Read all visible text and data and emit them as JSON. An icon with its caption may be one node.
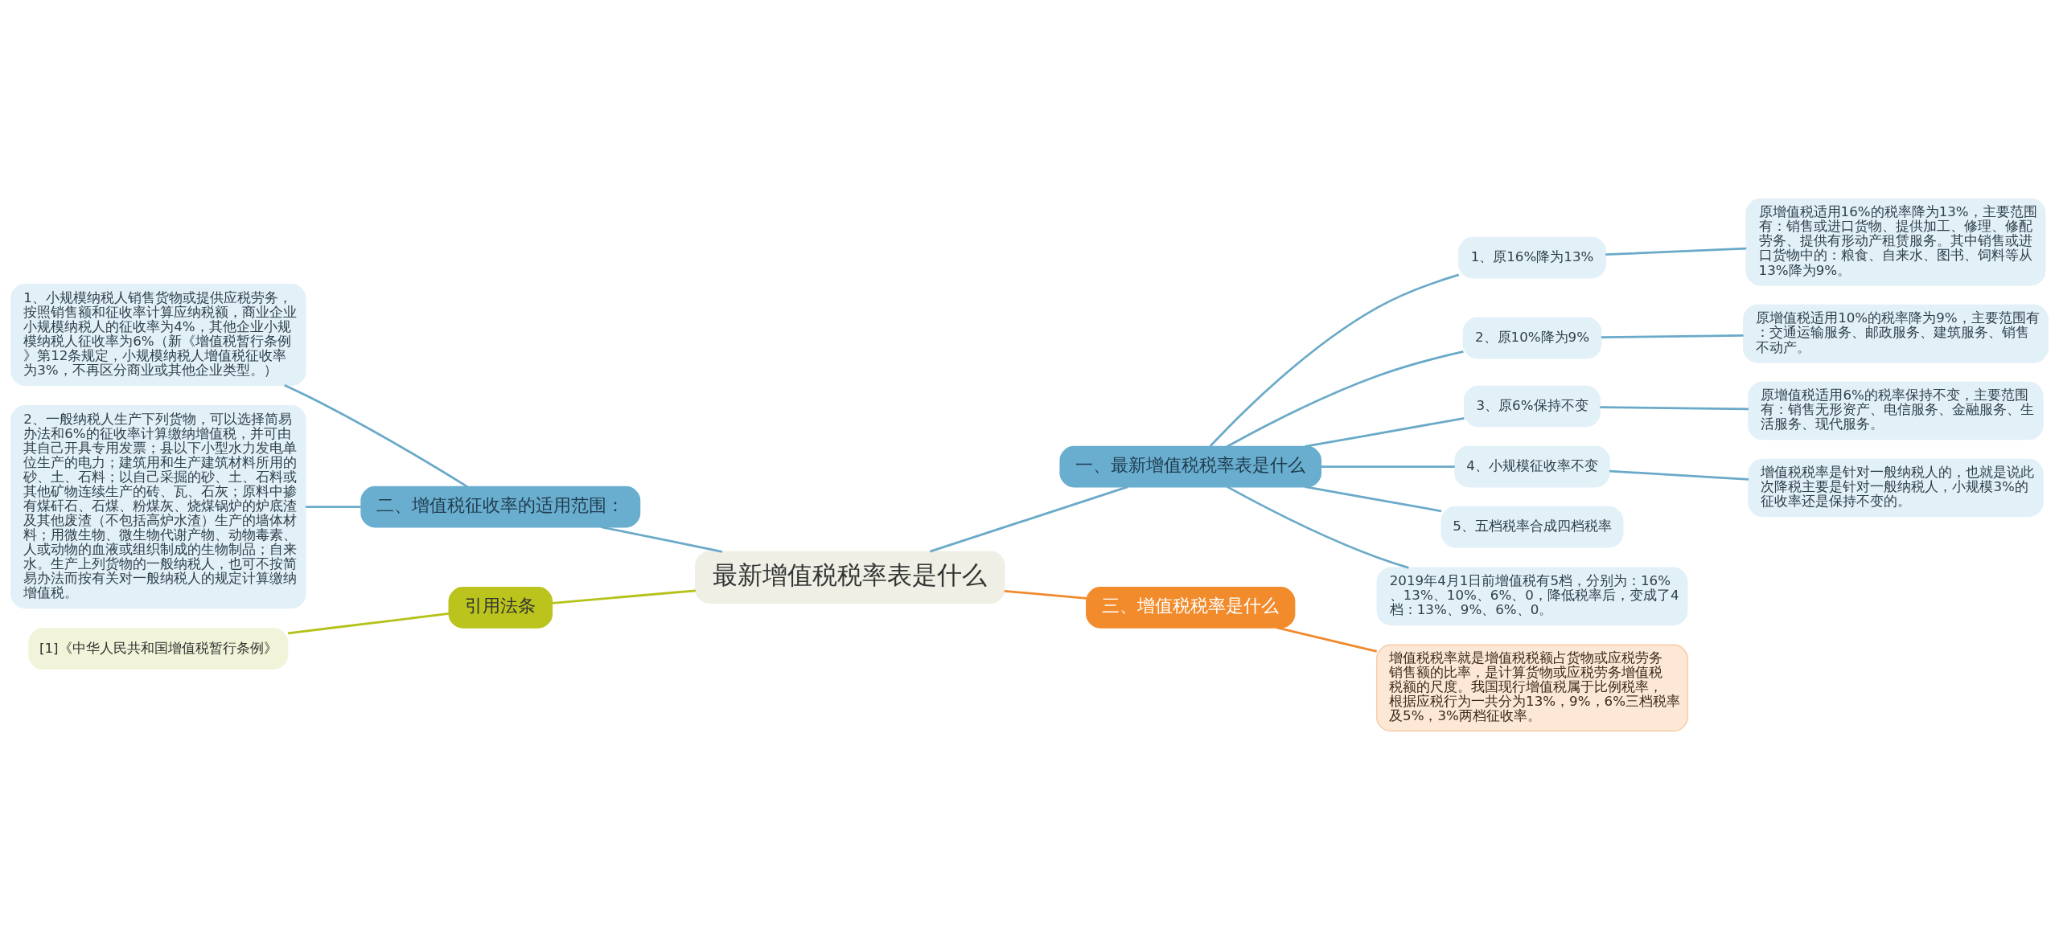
{
  "diagram": {
    "nodes": [
      {
        "text": [
          "最新增值税税率表是什么"
        ]
      },
      {
        "text": [
          "一、最新增值税税率表是什么"
        ]
      },
      {
        "text": [
          "1、原16%降为13%"
        ]
      },
      {
        "text": [
          "原增值税适用16%的税率降为13%，主要范围有：销售或进口货物、提供加工、修理、修配劳务、提供有形动产租赁服务。其中销售或进口货物中的：粮食、自来水、图书、饲料等从13%降为9%。"
        ]
      },
      {
        "text": [
          "2、原10%降为9%"
        ]
      },
      {
        "text": [
          "原增值税适用10%的税率降为9%，主要范围有：交通运输服务、邮政服务、建筑服务、销售不动产。"
        ]
      },
      {
        "text": [
          "3、原6%保持不变"
        ]
      },
      {
        "text": [
          "原增值税适用6%的税率保持不变，主要范围有：销售无形资产、电信服务、金融服务、生活服务、现代服务。"
        ]
      },
      {
        "text": [
          "4、小规模征收率不变"
        ]
      },
      {
        "text": [
          "增值税税率是针对一般纳税人的，也就是说此次降税主要是针对一般纳税人，小规模3%的征收率还是保持不变的。"
        ]
      },
      {
        "text": [
          "5、五档税率合成四档税率"
        ]
      },
      {
        "text": [
          "2019年4月1日前增值税有5档，分别为：16%、13%、10%、6%、0，降低税率后，变成了4档：13%、9%、6%、0。"
        ]
      },
      {
        "text": [
          "三、增值税税率是什么"
        ]
      },
      {
        "text": [
          "增值税税率就是增值税税额占货物或应税劳务销售额的比率，是计算货物或应税劳务增值税税额的尺度。我国现行增值税属于比例税率，根据应税行为一共分为13%，9%，6%三档税率及5%，3%两档征收率。"
        ]
      },
      {
        "text": [
          "二、增值税征收率的适用范围："
        ]
      },
      {
        "text": [
          "1、小规模纳税人销售货物或提供应税劳务，按照销售额和征收率计算应纳税额，商业企业小规模纳税人的征收率为4%，其他企业小规模纳税人征收率为6%（新《增值税暂行条例》第12条规定，小规模纳税人增值税征收率为3%，不再区分商业或其他企业类型。）"
        ]
      },
      {
        "text": [
          "2、一般纳税人生产下列货物，可以选择简易办法和6%的征收率计算缴纳增值税，并可由其自己开具专用发票；县以下小型水力发电单位生产的电力；建筑用和生产建筑材料所用的砂、土、石料；以自己采掘的砂、土、石料或其他矿物连续生产的砖、瓦、石灰；原料中掺有煤矸石、石煤、粉煤灰、烧煤锅炉的炉底渣及其他废渣（不包括高炉水渣）生产的墙体材料；用微生物、微生物代谢产物、动物毒素、人或动物的血液或组织制成的生物制品；自来水。生产上列货物的一般纳税人，也可不按简易办法而按有关对一般纳税人的规定计算缴纳增值税。"
        ]
      },
      {
        "text": [
          "引用法条"
        ]
      },
      {
        "text": [
          "[1]《中华人民共和国增值税暂行条例》"
        ]
      }
    ],
    "edges": [
      {
        "from": 0,
        "to": 1,
        "arrow": "none"
      },
      {
        "from": 1,
        "to": 2,
        "arrow": "none"
      },
      {
        "from": 2,
        "to": 3,
        "arrow": "none"
      },
      {
        "from": 1,
        "to": 4,
        "arrow": "none"
      },
      {
        "from": 4,
        "to": 5,
        "arrow": "none"
      },
      {
        "from": 1,
        "to": 6,
        "arrow": "none"
      },
      {
        "from": 6,
        "to": 7,
        "arrow": "none"
      },
      {
        "from": 1,
        "to": 8,
        "arrow": "none"
      },
      {
        "from": 8,
        "to": 9,
        "arrow": "none"
      },
      {
        "from": 1,
        "to": 10,
        "arrow": "none"
      },
      {
        "from": 1,
        "to": 11,
        "arrow": "none"
      },
      {
        "from": 0,
        "to": 12,
        "arrow": "none",
        "color": "#f08a2c"
      },
      {
        "from": 12,
        "to": 13,
        "arrow": "none",
        "color": "#f08a2c"
      },
      {
        "from": 14,
        "to": 0,
        "arrow": "none"
      },
      {
        "from": 15,
        "to": 14,
        "arrow": "none"
      },
      {
        "from": 16,
        "to": 14,
        "arrow": "none"
      },
      {
        "from": 17,
        "to": 0,
        "arrow": "none",
        "color": "#b5c21a"
      },
      {
        "from": 18,
        "to": 17,
        "arrow": "none",
        "color": "#b5c21a"
      }
    ]
  }
}
